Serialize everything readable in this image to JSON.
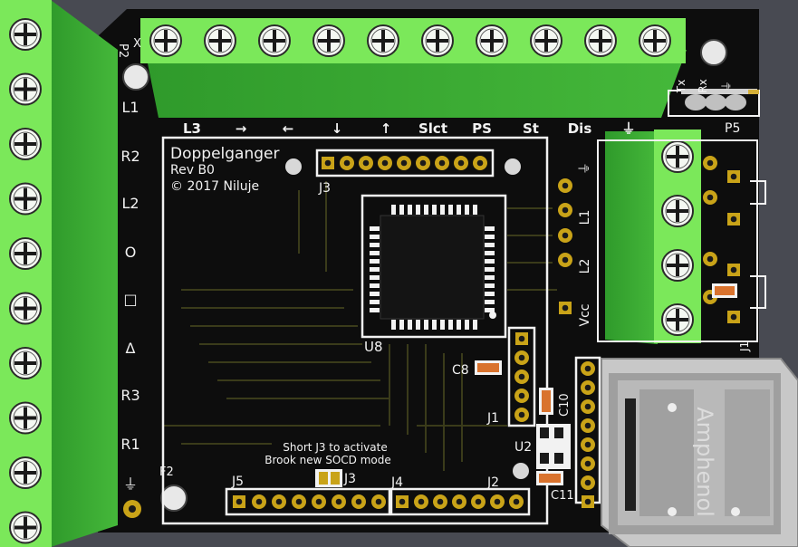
{
  "board": {
    "title": "Doppelganger",
    "revision": "Rev B0",
    "copyright": "© 2017 Niluje",
    "note_line1": "Short J3 to activate",
    "note_line2": "Brook new SOCD mode"
  },
  "refs": {
    "p2": "P2",
    "x_mark": "X",
    "p5": "P5",
    "u8": "U8",
    "u2": "U2",
    "j1": "J1",
    "j2": "J2",
    "j3_top": "J3",
    "j3_jumper": "J3",
    "j4": "J4",
    "j5": "J5",
    "c8": "C8",
    "c10": "C10",
    "c11": "C11",
    "f2": "F2",
    "j1_side": "J1"
  },
  "left_labels": [
    "L1",
    "R2",
    "L2",
    "O",
    "□",
    "Δ",
    "R3",
    "R1",
    "⏚"
  ],
  "top_labels": [
    "L3",
    "→",
    "←",
    "↓",
    "↑",
    "Slct",
    "PS",
    "St",
    "Dis",
    "⏚"
  ],
  "right_labels": [
    "⏚",
    "L1",
    "L2",
    "Vcc"
  ],
  "uart_labels": [
    "Tx",
    "Rx",
    "⏚"
  ],
  "connector": {
    "brand": "Amphenol"
  },
  "colors": {
    "board": "#0d0d0d",
    "background": "#484a52",
    "terminal_green": "#7be85a",
    "terminal_dark": "#2f9a2b",
    "copper_gold": "#c9a318",
    "silkscreen": "#f2f2f2",
    "copper_trace": "#3d3f18",
    "metal": "#a8a8a8"
  }
}
